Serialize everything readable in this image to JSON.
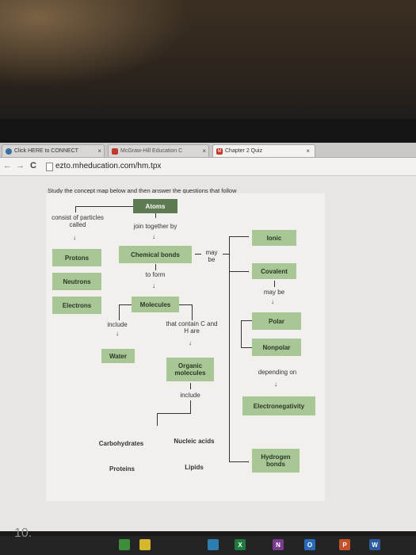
{
  "browser": {
    "tabs": [
      {
        "label": "Click HERE to CONNECT"
      },
      {
        "label": "McGraw-Hill Education C"
      },
      {
        "label": "Chapter 2 Quiz"
      }
    ],
    "url": "ezto.mheducation.com/hm.tpx"
  },
  "page": {
    "instruction": "Study the concept map below and then answer the questions that follow",
    "page_number": "10."
  },
  "concept_map": {
    "atoms": "Atoms",
    "consist_of": "consist of particles called",
    "join_together_by": "join together by",
    "protons": "Protons",
    "neutrons": "Neutrons",
    "electrons": "Electrons",
    "chemical_bonds": "Chemical bonds",
    "may_be": "may be",
    "to_form": "to form",
    "molecules": "Molecules",
    "include": "include",
    "that_contain": "that contain C and H are",
    "water": "Water",
    "organic_molecules": "Organic molecules",
    "include2": "include",
    "carbohydrates": "Carbohydrates",
    "nucleic_acids": "Nucleic acids",
    "proteins": "Proteins",
    "lipids": "Lipids",
    "ionic": "Ionic",
    "covalent": "Covalent",
    "may_be2": "may be",
    "polar": "Polar",
    "nonpolar": "Nonpolar",
    "depending_on": "depending on",
    "electronegativity": "Electronegativity",
    "hydrogen_bonds": "Hydrogen bonds"
  },
  "colors": {
    "box_light": "#a9c697",
    "box_dark": "#5d7a52"
  }
}
